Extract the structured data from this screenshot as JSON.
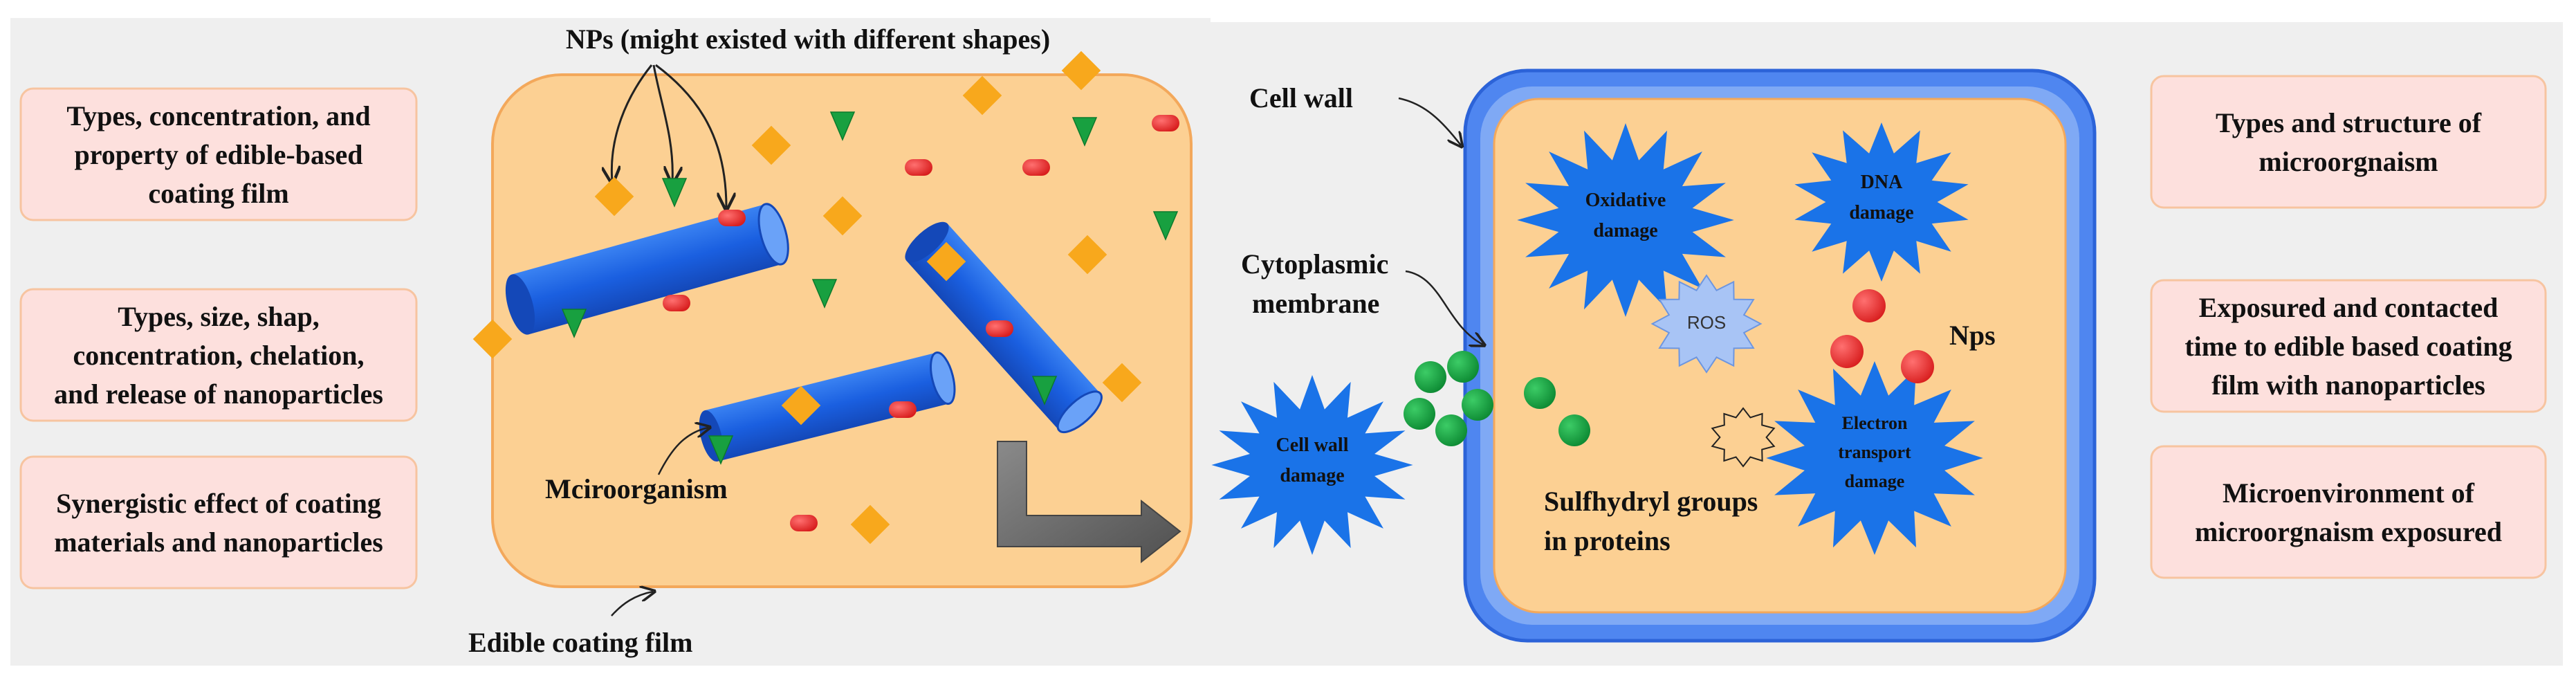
{
  "colors": {
    "coating_fill": "#fcd093",
    "coating_stroke": "#f3a85b",
    "factor_box_fill": "#fde0dd",
    "factor_box_stroke": "#f7c4a0",
    "cell_wall": "#4f86f0",
    "cell_wall_dark": "#2c63d8",
    "microorganism": "#1e64e0",
    "nanoparticle_red": "#ee3535",
    "nanoparticle_green": "#18a040",
    "nanoparticle_orange": "#f8a81c",
    "damage_star": "#1a73e8",
    "arrow_grey": "#6b6b6b"
  },
  "left_factors": [
    {
      "lines": [
        "Types, concentration, and",
        "property of edible-based",
        "coating film"
      ]
    },
    {
      "lines": [
        "Types, size, shap,",
        "concentration, chelation,",
        "and release of nanoparticles"
      ]
    },
    {
      "lines": [
        "Synergistic effect of coating",
        "materials and nanoparticles"
      ]
    }
  ],
  "right_factors": [
    {
      "lines": [
        "Types and structure of",
        "microorgnaism"
      ]
    },
    {
      "lines": [
        "Exposured and contacted",
        "time to edible based coating",
        "film with nanoparticles"
      ]
    },
    {
      "lines": [
        "Microenvironment of",
        "microorgnaism exposured"
      ]
    }
  ],
  "labels": {
    "nps_shapes": "NPs (might existed with different shapes)",
    "microorganism": "Mciroorganism",
    "coating_film": "Edible coating film",
    "cell_wall": "Cell wall",
    "cytoplasmic": [
      "Cytoplasmic",
      "membrane"
    ],
    "nps": "Nps",
    "sulfhydryl": [
      "Sulfhydryl groups",
      "in proteins"
    ]
  },
  "damages": {
    "oxidative": [
      "Oxidative",
      "damage"
    ],
    "dna": [
      "DNA",
      "damage"
    ],
    "ros": "ROS",
    "cell_wall": [
      "Cell wall",
      "damage"
    ],
    "electron": [
      "Electron",
      "transport",
      "damage"
    ]
  }
}
